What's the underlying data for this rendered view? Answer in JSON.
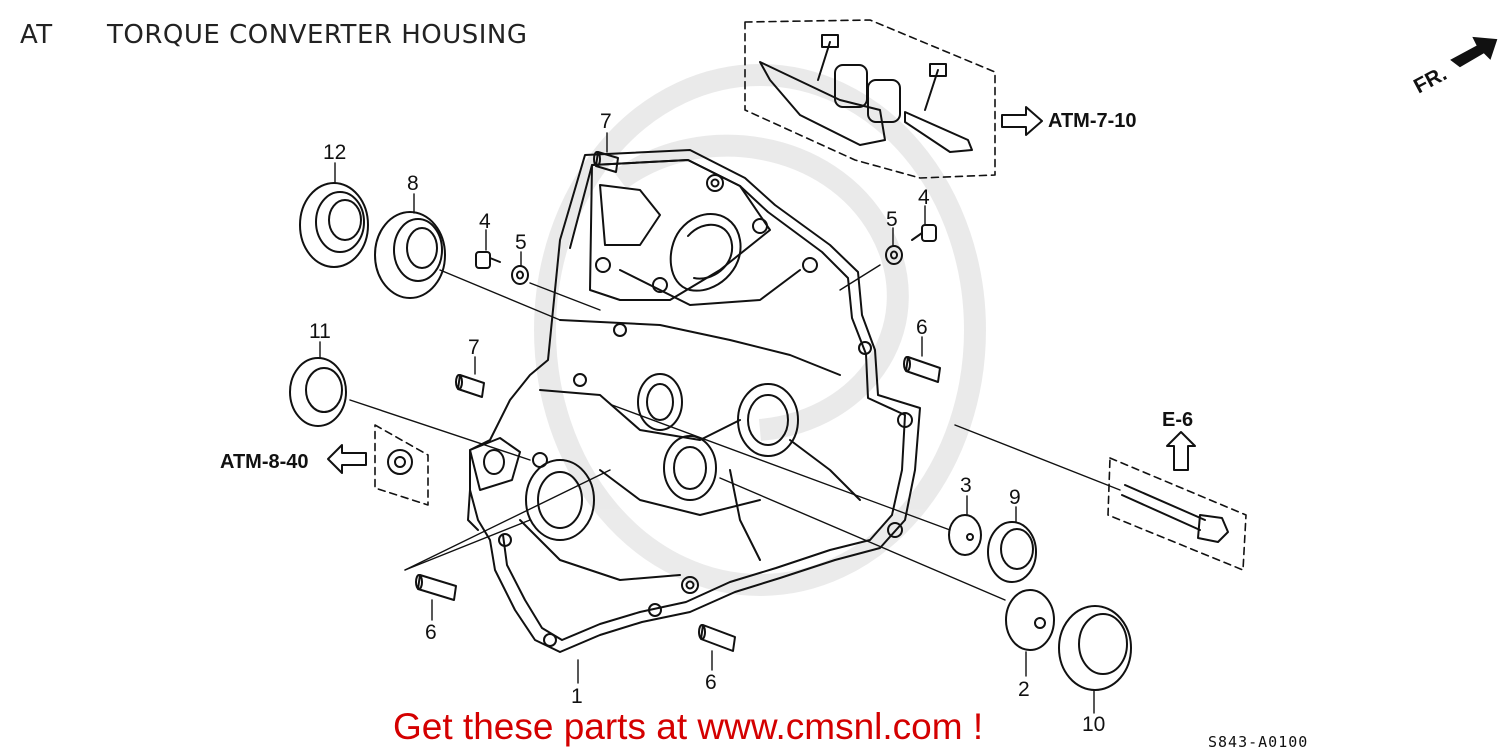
{
  "header": {
    "section": "AT",
    "title": "TORQUE CONVERTER HOUSING"
  },
  "orientation_label": "FR.",
  "references": {
    "solenoid": "ATM-7-10",
    "filter": "ATM-8-40",
    "bolt": "E-6"
  },
  "callouts": {
    "c1": "1",
    "c2": "2",
    "c3": "3",
    "c4a": "4",
    "c4b": "4",
    "c5a": "5",
    "c5b": "5",
    "c6a": "6",
    "c6b": "6",
    "c6c": "6",
    "c7a": "7",
    "c7b": "7",
    "c8": "8",
    "c9": "9",
    "c10": "10",
    "c11": "11",
    "c12": "12"
  },
  "cta": "Get these parts at www.cmsnl.com !",
  "diagram_code": "S843-A0100"
}
